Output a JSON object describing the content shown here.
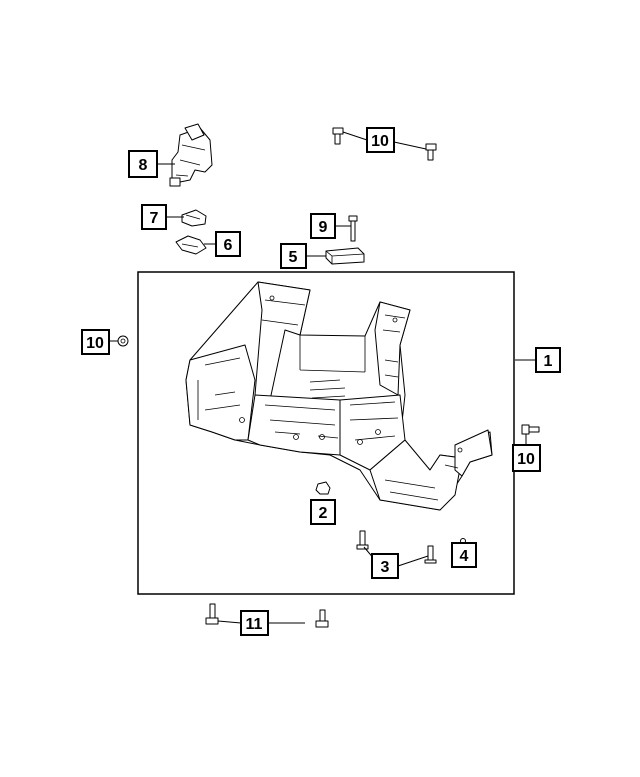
{
  "callouts": {
    "c1": "1",
    "c2": "2",
    "c3": "3",
    "c4": "4",
    "c5": "5",
    "c6": "6",
    "c7": "7",
    "c8": "8",
    "c9": "9",
    "c10_top": "10",
    "c10_left": "10",
    "c10_right": "10",
    "c11": "11"
  }
}
